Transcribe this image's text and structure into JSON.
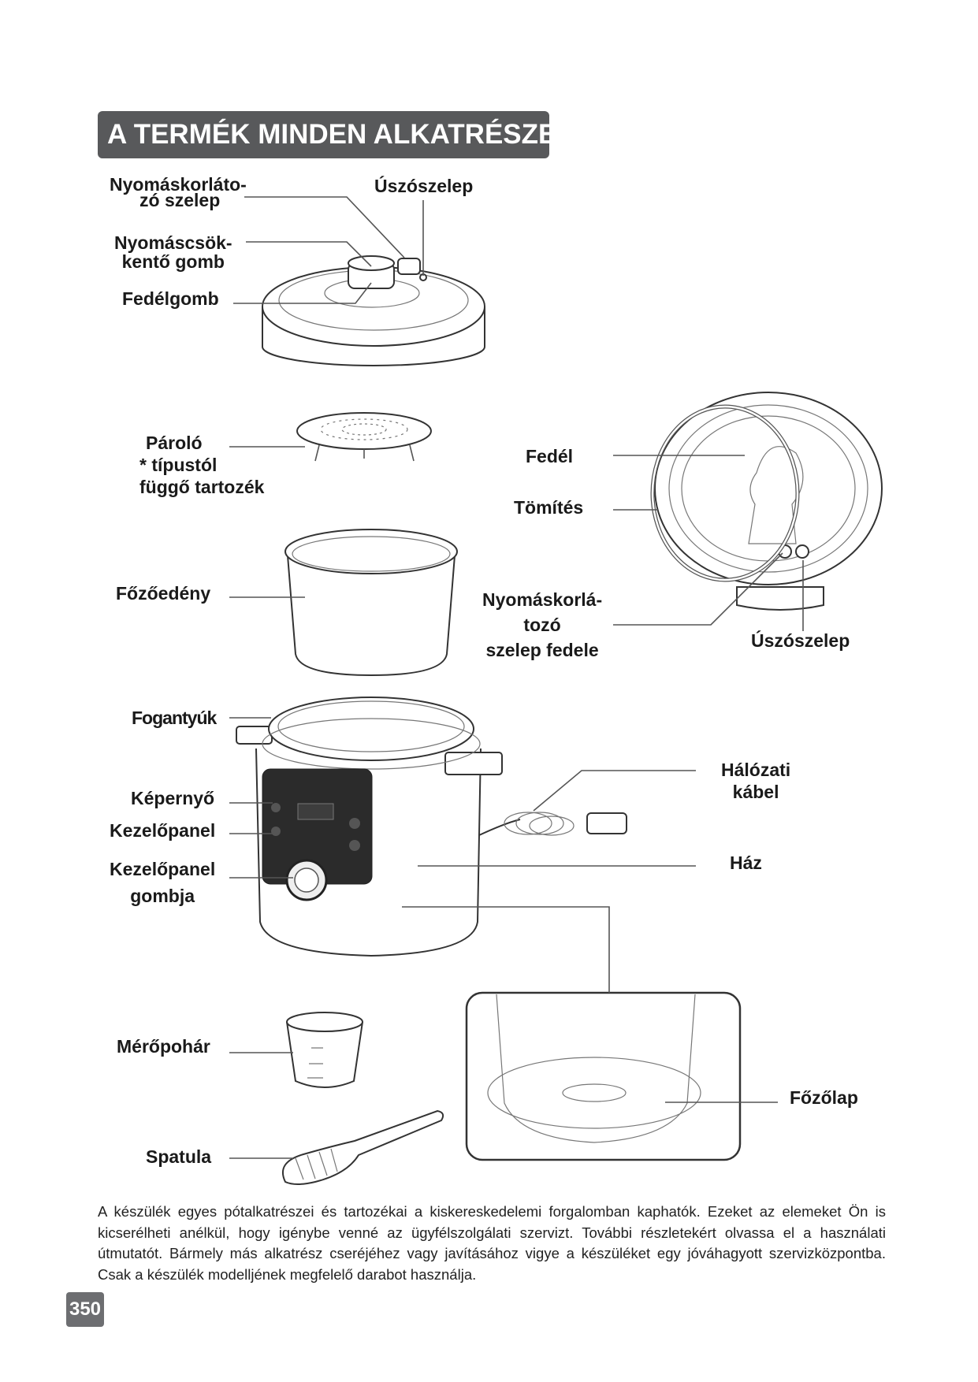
{
  "title": "A TERMÉK MINDEN ALKATRÉSZE",
  "labels": {
    "pressure_limit_valve": [
      "Nyomáskorláto-",
      "zó szelep"
    ],
    "float_valve_top": "Úszószelep",
    "pressure_release_button": [
      "Nyomáscsök-",
      "kentő gomb"
    ],
    "lid_knob": "Fedélgomb",
    "steamer": [
      "Pároló",
      "* típustól",
      "függő tartozék"
    ],
    "lid": "Fedél",
    "gasket": "Tömítés",
    "cooking_pot": "Főzőedény",
    "pressure_valve_cover": [
      "Nyomáskorlá-",
      "tozó",
      "szelep fedele"
    ],
    "float_valve_bottom": "Úszószelep",
    "handles": "Fogantyúk",
    "power_cable": [
      "Hálózati",
      "kábel"
    ],
    "display": "Képernyő",
    "control_panel": "Kezelőpanel",
    "housing": "Ház",
    "control_panel_knob": [
      "Kezelőpanel",
      "gombja"
    ],
    "measuring_cup": "Mérőpohár",
    "heating_plate": "Főzőlap",
    "spatula": "Spatula"
  },
  "paragraph": "A készülék egyes pótalkatrészei és tartozékai a kiskereskedelemi forgalomban kaphatók. Ezeket az elemeket Ön is kicserélheti anélkül, hogy igénybe venné az ügyfélszolgálati szervizt. További részletekért olvassa el a használati útmutatót. Bármely más alkatrész cseréjéhez vagy javításához vigye a készüléket egy jóváhagyott szervizközpontba. Csak a készülék modelljének megfelelő darabot használja.",
  "page_number": "350",
  "colors": {
    "title_bg": "#58595b",
    "page_number_bg": "#6d6e71"
  }
}
